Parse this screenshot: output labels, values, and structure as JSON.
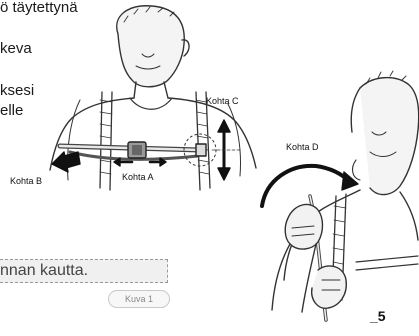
{
  "text_fragments": [
    "ö täytettynä",
    "keva",
    "ksesi",
    "elle"
  ],
  "labels": {
    "kohta_a": "Kohta A",
    "kohta_b": "Kohta B",
    "kohta_c": "Kohta C",
    "kohta_d": "Kohta D"
  },
  "caption": "nnan kautta.",
  "figure_label": "Kuva 1",
  "page_number": "5"
}
